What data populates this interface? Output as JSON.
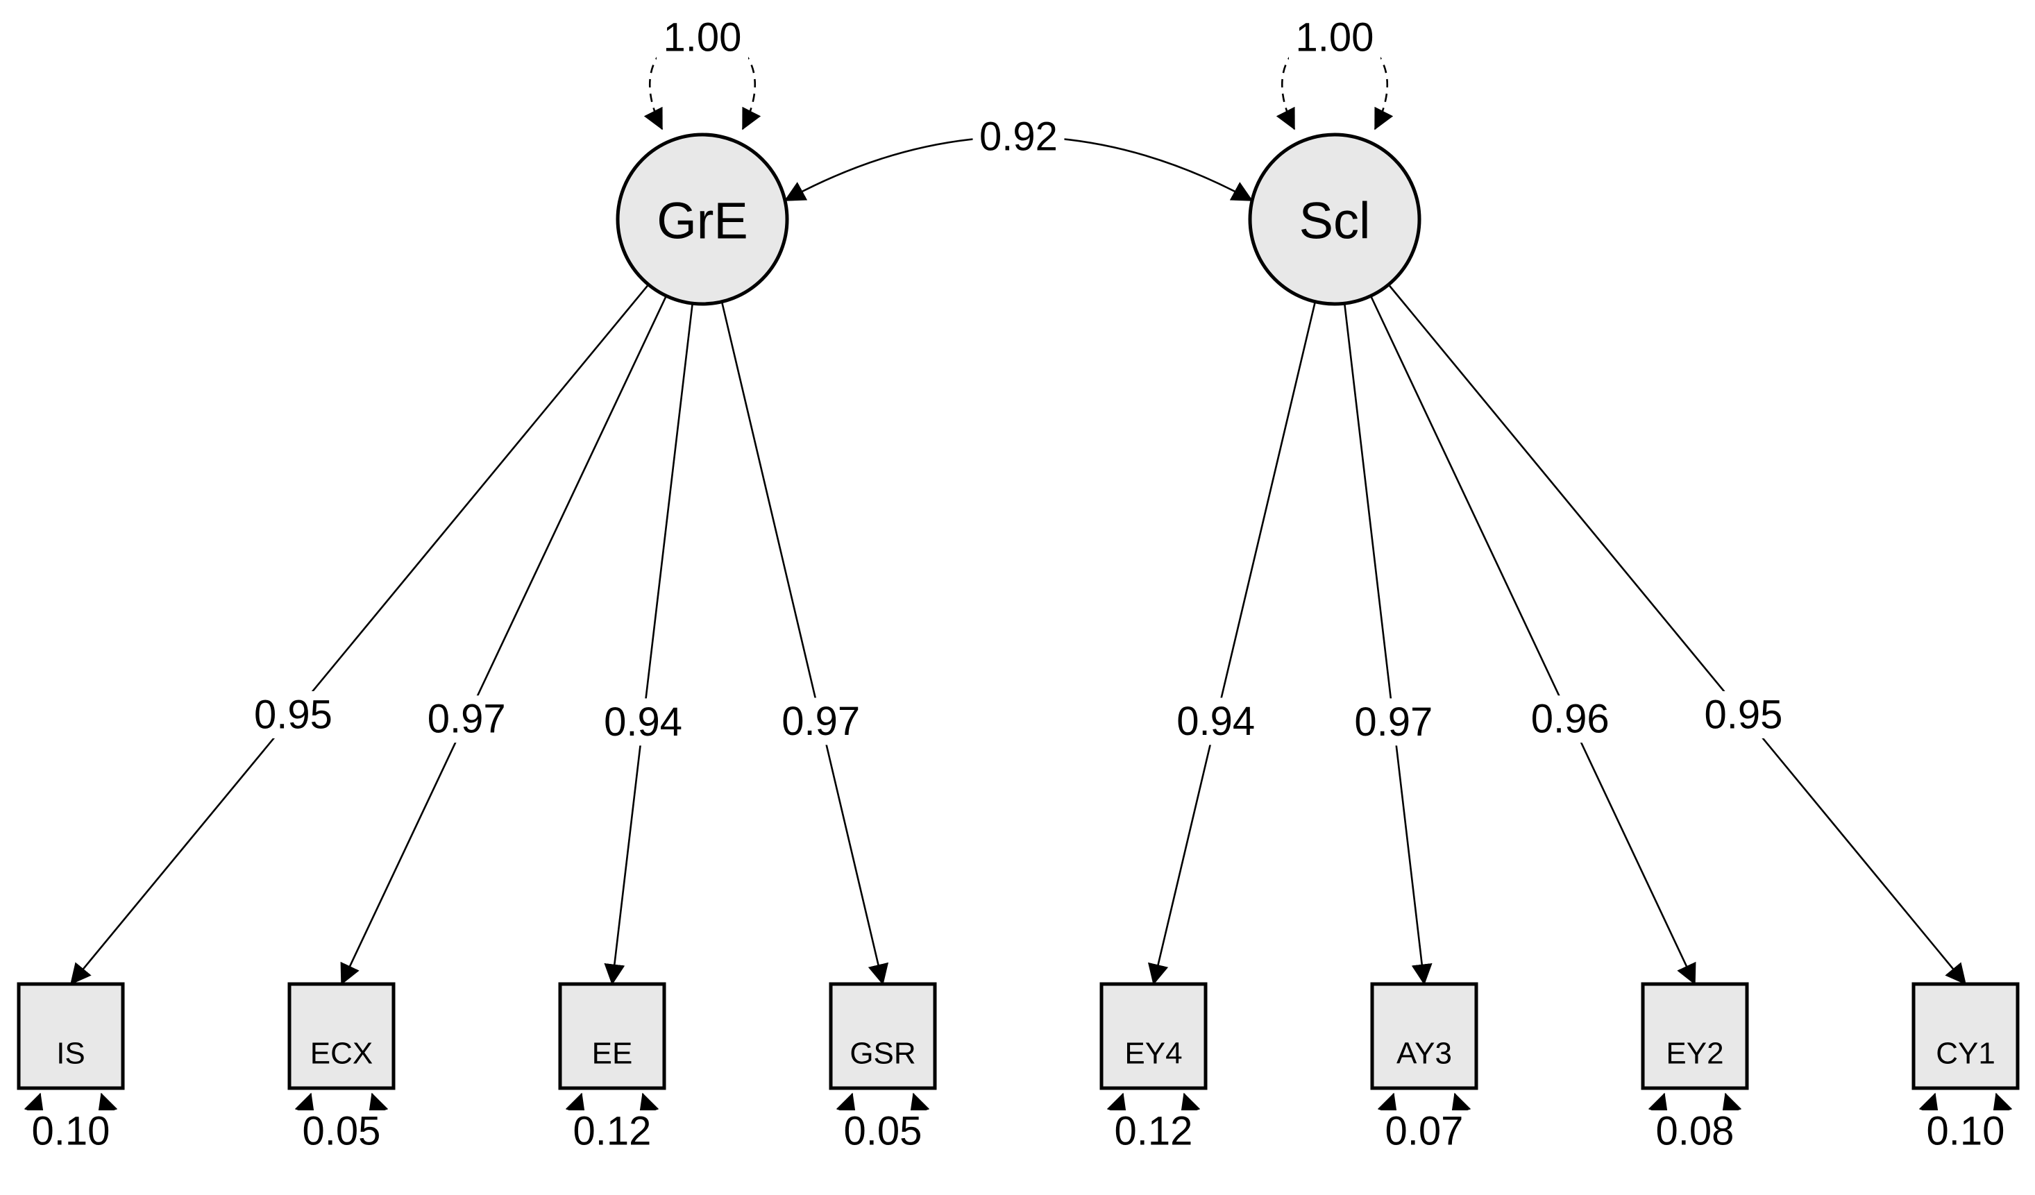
{
  "latent": [
    {
      "id": "GrE",
      "label": "GrE",
      "variance": "1.00"
    },
    {
      "id": "Scl",
      "label": "Scl",
      "variance": "1.00"
    }
  ],
  "covariance": {
    "from": "GrE",
    "to": "Scl",
    "label": "0.92"
  },
  "observed": [
    {
      "label": "IS",
      "factor": "GrE",
      "loading": "0.95",
      "residual": "0.10"
    },
    {
      "label": "ECX",
      "factor": "GrE",
      "loading": "0.97",
      "residual": "0.05"
    },
    {
      "label": "EE",
      "factor": "GrE",
      "loading": "0.94",
      "residual": "0.12"
    },
    {
      "label": "GSR",
      "factor": "GrE",
      "loading": "0.97",
      "residual": "0.05"
    },
    {
      "label": "EY4",
      "factor": "Scl",
      "loading": "0.94",
      "residual": "0.12"
    },
    {
      "label": "AY3",
      "factor": "Scl",
      "loading": "0.97",
      "residual": "0.07"
    },
    {
      "label": "EY2",
      "factor": "Scl",
      "loading": "0.96",
      "residual": "0.08"
    },
    {
      "label": "CY1",
      "factor": "Scl",
      "loading": "0.95",
      "residual": "0.10"
    }
  ],
  "colors": {
    "node_fill": "#e8e8e8",
    "stroke": "#000000",
    "background": "#ffffff"
  }
}
